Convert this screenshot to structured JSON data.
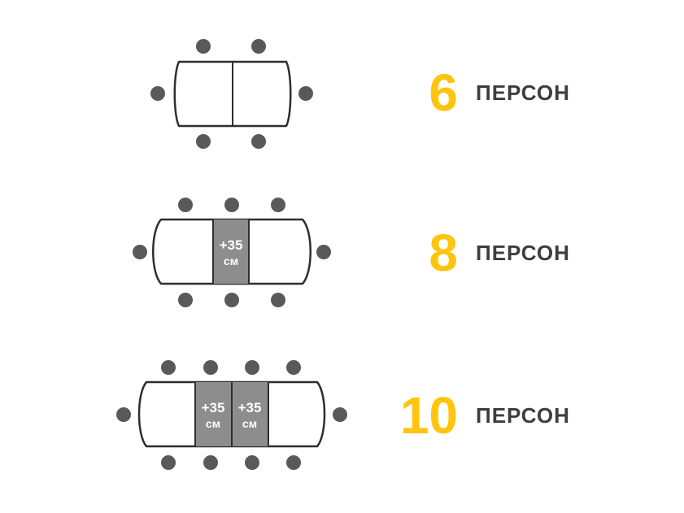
{
  "colors": {
    "background": "#ffffff",
    "accent_yellow": "#ffc40d",
    "chair_gray": "#595959",
    "table_stroke": "#2e2e2e",
    "extension_gray": "#8d8d8d",
    "label_dark": "#3d3d3d",
    "extension_text": "#ffffff"
  },
  "rows": [
    {
      "count": "6",
      "label": "ПЕРСОН",
      "chair_count": 6,
      "extensions": []
    },
    {
      "count": "8",
      "label": "ПЕРСОН",
      "chair_count": 8,
      "extensions": [
        {
          "line1": "+35",
          "line2": "см"
        }
      ]
    },
    {
      "count": "10",
      "label": "ПЕРСОН",
      "chair_count": 10,
      "extensions": [
        {
          "line1": "+35",
          "line2": "см"
        },
        {
          "line1": "+35",
          "line2": "см"
        }
      ]
    }
  ]
}
